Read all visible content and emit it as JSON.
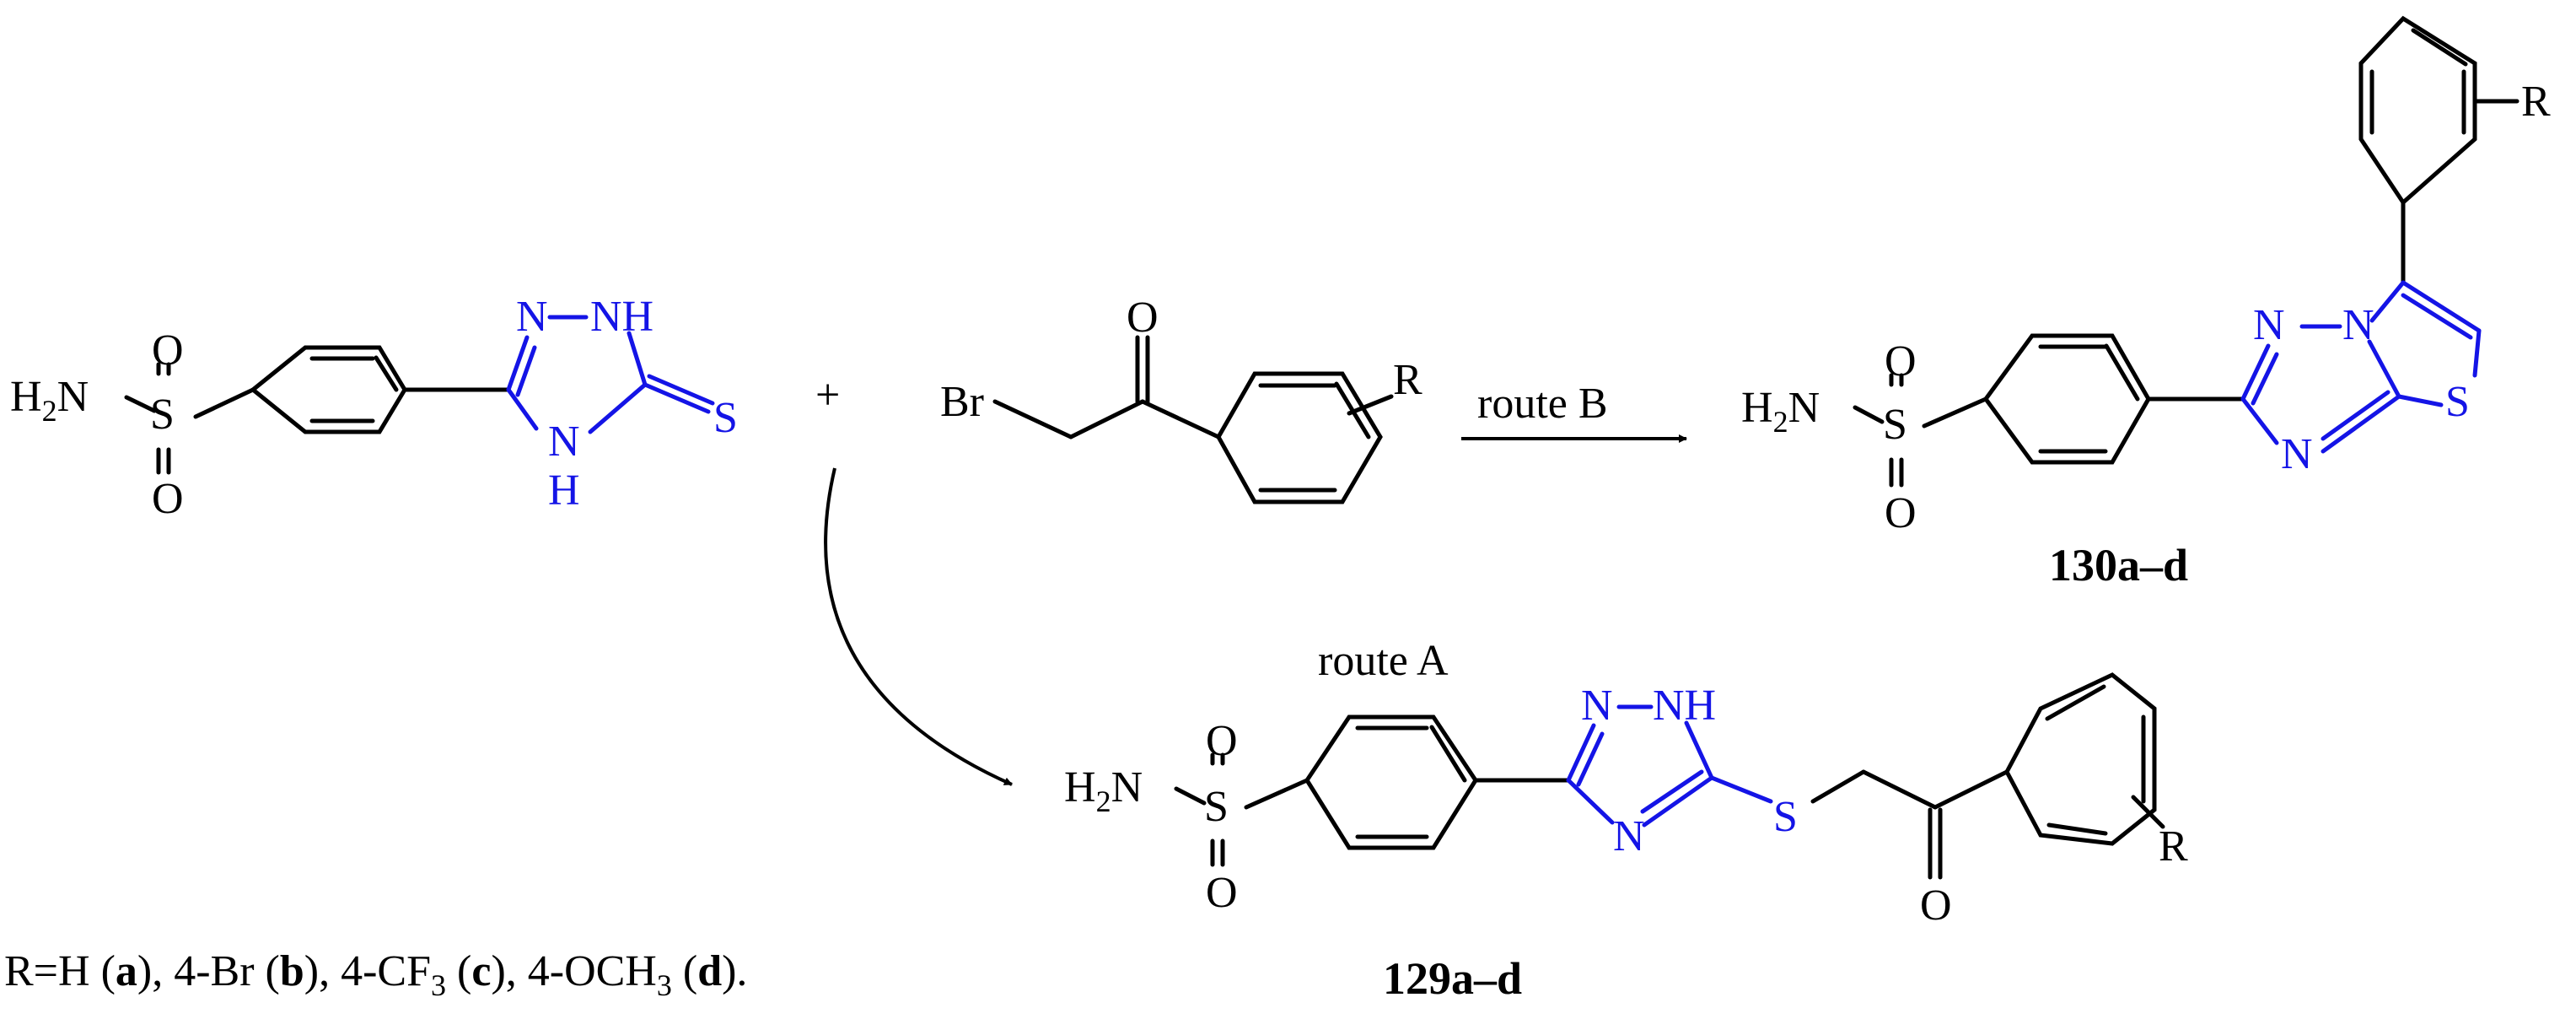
{
  "colors": {
    "bond": "#000000",
    "heterocycle": "#1414e6"
  },
  "reactant1": {
    "h2n": "H2N",
    "s": "S",
    "o_top": "O",
    "o_bottom": "O",
    "ring_n1": "N",
    "ring_nh2": "NH",
    "ring_n4": "N",
    "ring_h4": "H",
    "thione_s": "S"
  },
  "plus": "+",
  "reactant2": {
    "br": "Br",
    "o": "O",
    "r": "R"
  },
  "route_b": {
    "label": "route B"
  },
  "route_a": {
    "label": "route A"
  },
  "product_130": {
    "h2n": "H2N",
    "s": "S",
    "o_top": "O",
    "o_bottom": "O",
    "ring_n1": "N",
    "ring_n2": "N",
    "ring_n4": "N",
    "ring_s": "S",
    "r": "R",
    "label": "130a–d"
  },
  "product_129": {
    "h2n": "H2N",
    "s": "S",
    "o_top": "O",
    "o_bottom": "O",
    "ring_n1": "N",
    "ring_nh2": "NH",
    "ring_n4": "N",
    "thio_s": "S",
    "o": "O",
    "r": "R",
    "label": "129a–d"
  },
  "footnote": {
    "eq": "R=H (",
    "a": "a",
    "t1": "), 4-Br (",
    "b": "b",
    "t2": "), 4-CF",
    "sub3a": "3",
    "t3": " (",
    "c": "c",
    "t4": "), 4-OCH",
    "sub3b": "3",
    "t5": " (",
    "d": "d",
    "t6": ")."
  }
}
